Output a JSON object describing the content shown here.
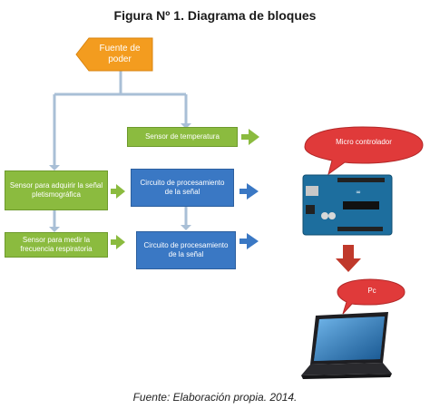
{
  "title": "Figura Nº 1. Diagrama de bloques",
  "caption": "Fuente: Elaboración propia. 2014.",
  "nodes": {
    "power": "Fuente de poder",
    "temp_sensor": "Sensor de temperatura",
    "pleth_sensor": "Sensor para adquirir la señal pletismográfica",
    "resp_sensor": "Sensor para medir la frecuencia respiratoria",
    "proc_circuit_1": "Circuito de procesamiento de la señal",
    "proc_circuit_2": "Circuito de procesamiento de la señal",
    "microcontroller": "Micro controlador",
    "pc": "Pc"
  },
  "colors": {
    "power": "#f39c1f",
    "sensor": "#8bbb3f",
    "circuit": "#3a78c4",
    "callout": "#e03a3a",
    "arrow_down": "#c0392b",
    "connector": "#a9bfd6"
  }
}
